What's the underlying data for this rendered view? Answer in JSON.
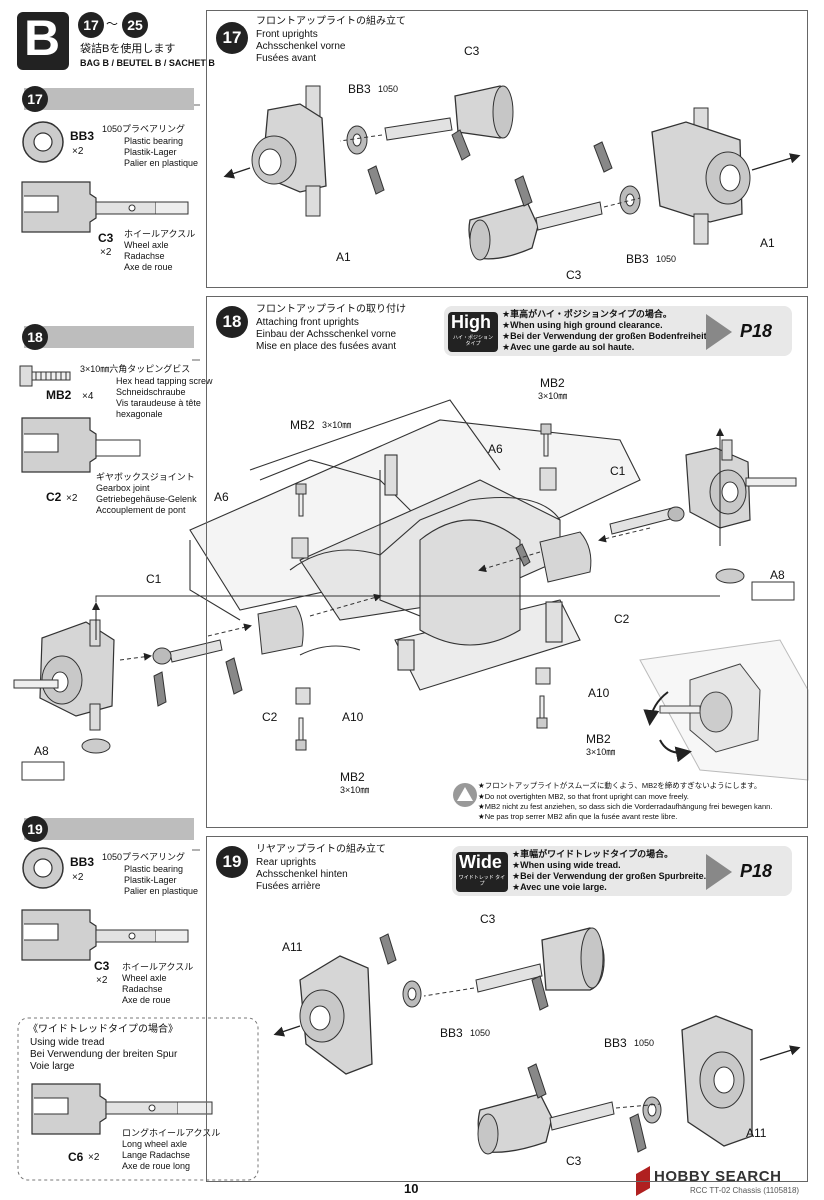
{
  "header": {
    "bag_letter": "B",
    "step_range_start": "17",
    "step_range_tilde": "～",
    "step_range_end": "25",
    "bag_jp": "袋詰Bを使用します",
    "bag_multi": "BAG B / BEUTEL B / SACHET B"
  },
  "sidebar": {
    "s17": {
      "num": "17",
      "bb3": {
        "code": "BB3",
        "qty": "×2",
        "jp": "1050プラベアリング",
        "en": "Plastic bearing",
        "de": "Plastik-Lager",
        "fr": "Palier en plastique"
      },
      "c3": {
        "code": "C3",
        "qty": "×2",
        "jp": "ホイールアクスル",
        "en": "Wheel axle",
        "de": "Radachse",
        "fr": "Axe de roue"
      }
    },
    "s18": {
      "num": "18",
      "mb2": {
        "code": "MB2",
        "qty": "×4",
        "jp": "3×10㎜六角タッピングビス",
        "en": "Hex head tapping screw",
        "de": "Schneidschraube",
        "fr1": "Vis taraudeuse à tête",
        "fr2": "hexagonale"
      },
      "c2": {
        "code": "C2",
        "qty": "×2",
        "jp": "ギヤボックスジョイント",
        "en": "Gearbox joint",
        "de": "Getriebegehäuse-Gelenk",
        "fr": "Accouplement de pont"
      }
    },
    "s19": {
      "num": "19",
      "bb3": {
        "code": "BB3",
        "qty": "×2",
        "jp": "1050プラベアリング",
        "en": "Plastic bearing",
        "de": "Plastik-Lager",
        "fr": "Palier en plastique"
      },
      "c3": {
        "code": "C3",
        "qty": "×2",
        "jp": "ホイールアクスル",
        "en": "Wheel axle",
        "de": "Radachse",
        "fr": "Axe de roue"
      },
      "wide": {
        "jp": "《ワイドトレッドタイプの場合》",
        "en": "Using wide tread",
        "de": "Bei Verwendung der breiten Spur",
        "fr": "Voie large"
      },
      "c6": {
        "code": "C6",
        "qty": "×2",
        "jp": "ロングホイールアクスル",
        "en": "Long wheel axle",
        "de": "Lange Radachse",
        "fr": "Axe de roue long"
      }
    }
  },
  "step17": {
    "num": "17",
    "jp": "フロントアップライトの組み立て",
    "en": "Front uprights",
    "de": "Achsschenkel vorne",
    "fr": "Fusées avant",
    "labels": {
      "c3_top": "C3",
      "bb3_top": "BB3",
      "bb3_top_sub": "1050",
      "a1_left": "A1",
      "a1_right": "A1",
      "c3_bottom": "C3",
      "bb3_bottom": "BB3",
      "bb3_bottom_sub": "1050"
    }
  },
  "step18": {
    "num": "18",
    "jp": "フロントアップライトの取り付け",
    "en": "Attaching front uprights",
    "de": "Einbau der Achsschenkel vorne",
    "fr": "Mise en place des fusées avant",
    "high": {
      "badge": "High",
      "badge_sub": "ハイ・ポジション タイプ",
      "jp": "★車高がハイ・ポジションタイプの場合。",
      "en": "★When using high ground clearance.",
      "de": "★Bei der Verwendung der großen Bodenfreiheit.",
      "fr": "★Avec une garde au sol haute.",
      "page": "P18"
    },
    "labels": {
      "mb2_top": "MB2",
      "mb2_top_sub": "3×10㎜",
      "mb2_left": "MB2",
      "mb2_left_sub": "3×10㎜",
      "a6_right": "A6",
      "a6_left": "A6",
      "c1_right": "C1",
      "c1_left": "C1",
      "a8_right": "A8",
      "a8_left": "A8",
      "c2_right": "C2",
      "c2_left": "C2",
      "a10_left": "A10",
      "a10_right": "A10",
      "mb2_bl": "MB2",
      "mb2_bl_sub": "3×10㎜",
      "mb2_br": "MB2",
      "mb2_br_sub": "3×10㎜"
    },
    "caution": {
      "jp": "★フロントアップライトがスムーズに動くよう、MB2を締めすぎないようにします。",
      "en": "★Do not overtighten MB2, so that front upright can move freely.",
      "de": "★MB2 nicht zu fest anziehen, so dass sich die Vorderradaufhängung frei bewegen kann.",
      "fr": "★Ne pas trop serrer MB2 afin que la fusée avant reste libre."
    }
  },
  "step19": {
    "num": "19",
    "jp": "リヤアップライトの組み立て",
    "en": "Rear uprights",
    "de": "Achsschenkel hinten",
    "fr": "Fusées arrière",
    "wide": {
      "badge": "Wide",
      "badge_sub": "ワイドトレッド タイプ",
      "jp": "★車幅がワイドトレッドタイプの場合。",
      "en": "★When using wide tread.",
      "de": "★Bei der Verwendung der großen Spurbreite.",
      "fr": "★Avec une voie large.",
      "page": "P18"
    },
    "labels": {
      "c3_top": "C3",
      "a11_left": "A11",
      "bb3_mid": "BB3",
      "bb3_mid_sub": "1050",
      "bb3_right": "BB3",
      "bb3_right_sub": "1050",
      "a11_right": "A11",
      "c3_bottom": "C3"
    }
  },
  "footer": {
    "page_number": "10",
    "small": "RCC TT-02 Chassis (1105818)",
    "watermark": "HOBBY SEARCH"
  },
  "colors": {
    "dark": "#222222",
    "bar": "#bdbdbd",
    "part": "#d6d6d6"
  }
}
